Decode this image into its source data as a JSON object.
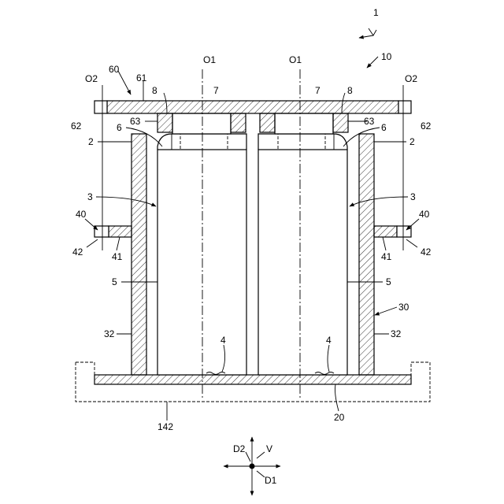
{
  "labels": {
    "assembly": "1",
    "unit": "10",
    "cover": "60",
    "cover_plate": "61",
    "cover_edge": "62",
    "spacer": "63",
    "terminal_block": "8",
    "terminal": "7",
    "cell_top": "6",
    "case": "2",
    "cell_side": "3",
    "cell_body": "5",
    "bottom_face": "4",
    "bracket": "40",
    "bracket_plate": "41",
    "bracket_end": "42",
    "wall_assembly": "30",
    "wall": "32",
    "base_plate": "20",
    "tray": "142",
    "axis_o1": "O1",
    "axis_o2": "O2",
    "dir_v": "V",
    "dir_d1": "D1",
    "dir_d2": "D2"
  }
}
